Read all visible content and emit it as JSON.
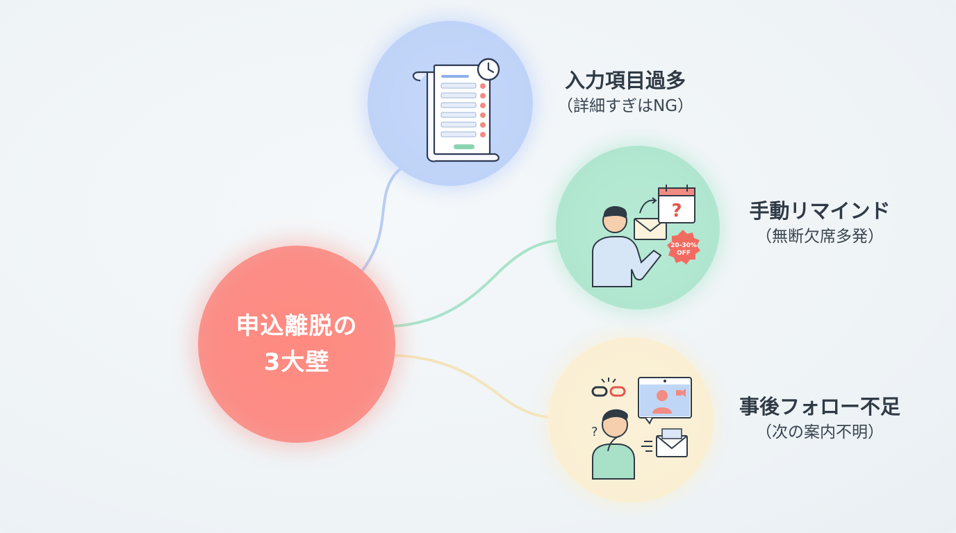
{
  "center": {
    "line1": "申込離脱の",
    "line2": "3大壁",
    "color": "#fb8d86"
  },
  "nodes": [
    {
      "title": "入力項目過多",
      "subtitle": "（詳細すぎはNG）",
      "icon": "long-form-document-clock-icon",
      "color": "#c5d8fb"
    },
    {
      "title": "手動リマインド",
      "subtitle": "（無断欠席多発）",
      "icon": "person-email-calendar-discount-icon",
      "badge": "20-30%\nOFF",
      "color": "#b7ead5"
    },
    {
      "title": "事後フォロー不足",
      "subtitle": "（次の案内不明）",
      "icon": "confused-person-broken-link-video-mail-icon",
      "color": "#fbf1d9"
    }
  ],
  "connector_colors": [
    "#b8cdf2",
    "#a9e3cb",
    "#f3e4bd"
  ]
}
